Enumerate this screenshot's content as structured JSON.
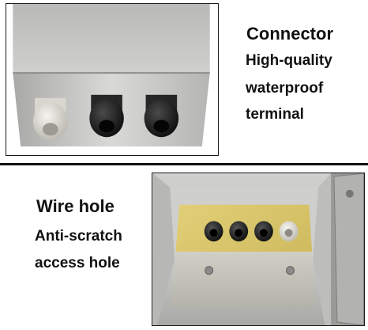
{
  "top_panel": {
    "heading": "Connector",
    "lines": [
      "High-quality",
      "waterproof",
      "terminal"
    ]
  },
  "bottom_panel": {
    "heading": "Wire hole",
    "lines": [
      "Anti-scratch",
      "access hole"
    ]
  },
  "colors": {
    "steel": "#c9c9c7",
    "gland_white": "#e6e4dc",
    "gland_black": "#1c1c1c",
    "mounting_plate": "#d8c56a",
    "divider": "#111111"
  }
}
